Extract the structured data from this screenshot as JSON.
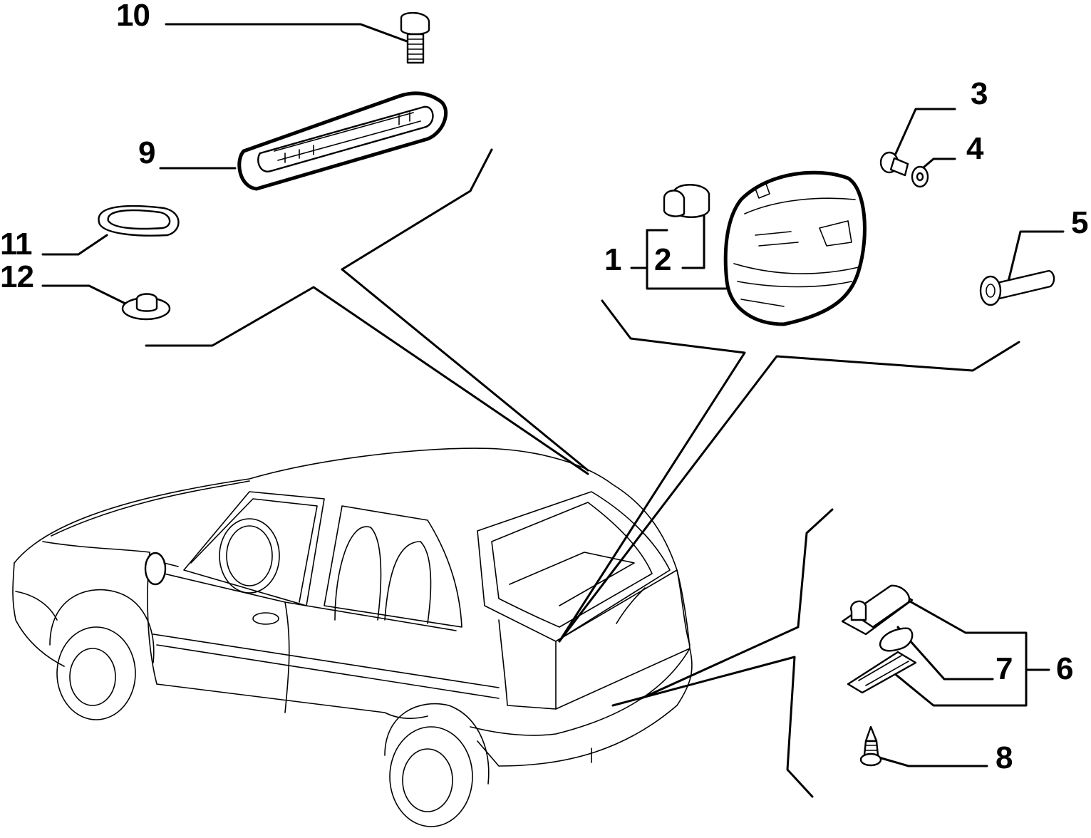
{
  "callouts": {
    "p1": "1",
    "p2": "2",
    "p3": "3",
    "p4": "4",
    "p5": "5",
    "p6": "6",
    "p7": "7",
    "p8": "8",
    "p9": "9",
    "p10": "10",
    "p11": "11",
    "p12": "12"
  },
  "colors": {
    "ink": "#000000",
    "paper": "#ffffff"
  }
}
